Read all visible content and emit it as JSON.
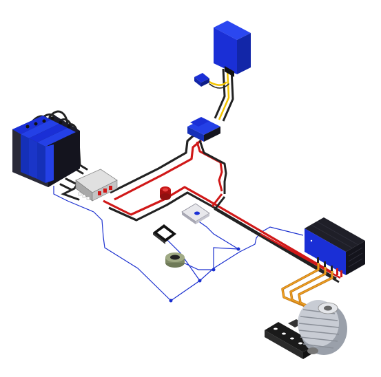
{
  "diagram": {
    "kind": "isometric-wiring-diagram",
    "components": [
      {
        "id": "battery-bank",
        "icon": "battery-icon",
        "label": ""
      },
      {
        "id": "busbar-distribution",
        "icon": "busbar-icon",
        "label": ""
      },
      {
        "id": "power-supply-box",
        "icon": "power-supply-icon",
        "label": ""
      },
      {
        "id": "fuse-box",
        "icon": "fuse-icon",
        "label": ""
      },
      {
        "id": "connector-plug",
        "icon": "plug-icon",
        "label": ""
      },
      {
        "id": "inline-fuse",
        "icon": "fuse-holder-icon",
        "label": ""
      },
      {
        "id": "control-switch",
        "icon": "switch-icon",
        "label": ""
      },
      {
        "id": "display-screen",
        "icon": "display-icon",
        "label": ""
      },
      {
        "id": "throttle-knob",
        "icon": "knob-icon",
        "label": ""
      },
      {
        "id": "motor-controller",
        "icon": "controller-icon",
        "label": ""
      },
      {
        "id": "electric-motor",
        "icon": "motor-icon",
        "label": ""
      },
      {
        "id": "motor-mount",
        "icon": "mount-bracket-icon",
        "label": ""
      }
    ],
    "colors": {
      "component_blue": "#1a2fd6",
      "component_dark": "#1c1c2a",
      "wire_red": "#d01818",
      "wire_black": "#222222",
      "wire_yellow": "#f2c400",
      "wire_orange": "#f0a020",
      "signal_blue": "#1a2fcf",
      "motor_grey": "#b8bcc4"
    }
  }
}
